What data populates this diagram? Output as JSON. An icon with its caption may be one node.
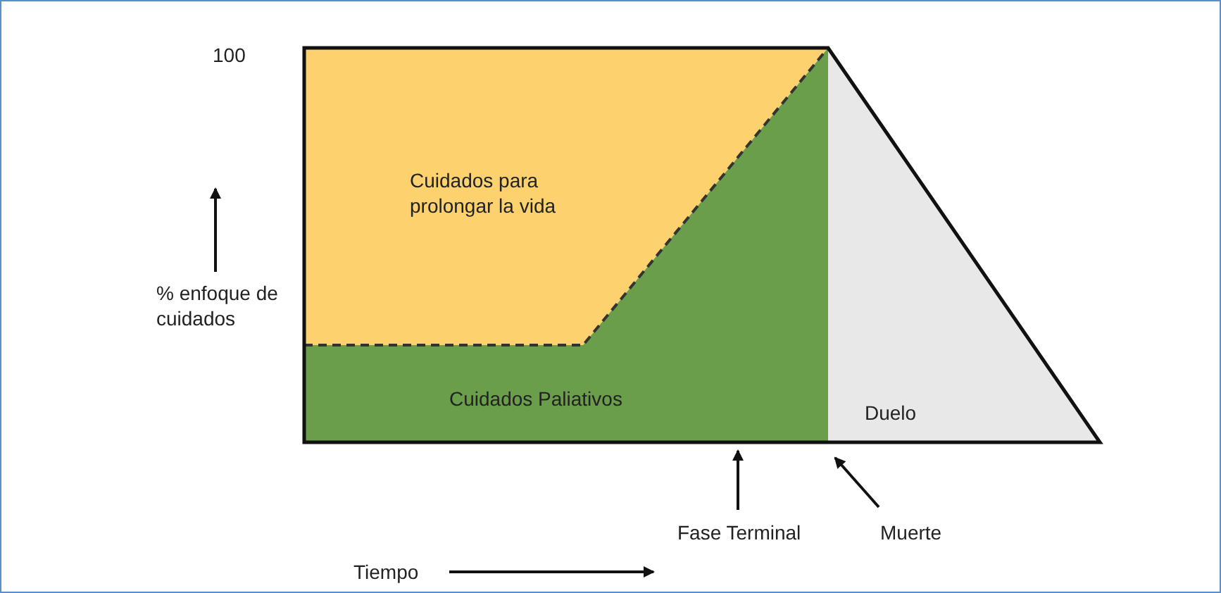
{
  "diagram": {
    "nodes": [
      {
        "text": [
          "Cuidados para prolongar la vida"
        ]
      },
      {
        "text": [
          "Cuidados Paliativos"
        ]
      },
      {
        "text": [
          "Duelo"
        ]
      },
      {
        "text": [
          "Fase Terminal"
        ]
      },
      {
        "text": [
          "Muerte"
        ]
      }
    ],
    "edges": [
      {
        "from": 3,
        "to": 1,
        "arrow": "to"
      },
      {
        "from": 4,
        "to": 2,
        "arrow": "to"
      }
    ],
    "labels": [
      "100",
      "% enfoque de cuidados",
      "Tiempo"
    ]
  }
}
